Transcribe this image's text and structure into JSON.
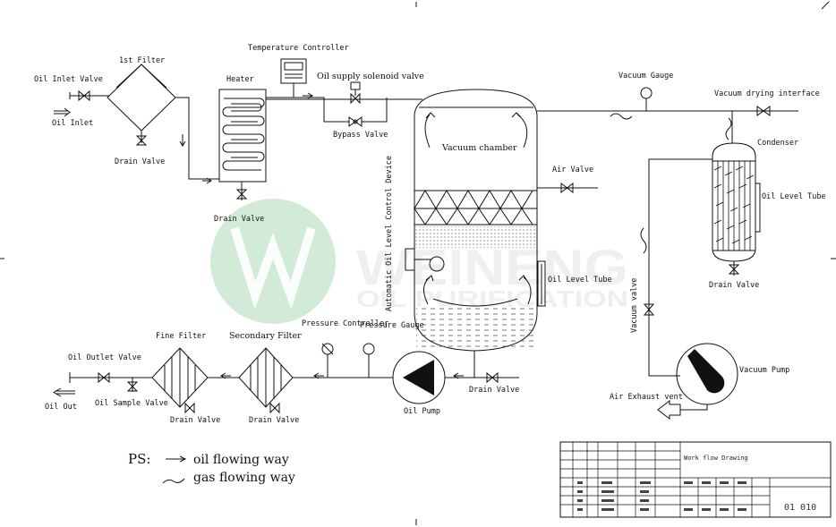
{
  "labels": {
    "oil_inlet_valve": "Oil Inlet Valve",
    "oil_inlet": "Oil Inlet",
    "first_filter": "1st Filter",
    "drain_valve_filter": "Drain Valve",
    "temperature_controller": "Temperature Controller",
    "heater": "Heater",
    "drain_valve_heater": "Drain Valve",
    "oil_supply_solenoid_valve": "Oil supply solenoid valve",
    "bypass_valve": "Bypass Valve",
    "vacuum_chamber": "Vacuum chamber",
    "vacuum_gauge": "Vacuum Gauge",
    "vacuum_drying_interface": "Vacuum drying interface",
    "condenser": "Condenser",
    "oil_level_tube_condenser": "Oil Level Tube",
    "drain_valve_condenser": "Drain Valve",
    "air_valve": "Air Valve",
    "auto_oil_level": "Automatic Oil Level Control Device",
    "oil_level_tube_chamber": "Oil Level Tube",
    "vacuum_valve": "Vacuum valve",
    "vacuum_pump": "Vacuum Pump",
    "air_exhaust_vent": "Air Exhaust vent",
    "drain_valve_chamber": "Drain Valve",
    "oil_pump": "Oil Pump",
    "pressure_controller": "Pressure Controller",
    "pressure_gauge": "Pressure Gauge",
    "secondary_filter": "Secondary Filter",
    "fine_filter": "Fine Filter",
    "drain_valve_secondary": "Drain Valve",
    "drain_valve_fine": "Drain Valve",
    "oil_outlet_valve": "Oil Outlet Valve",
    "oil_sample_valve": "Oil Sample Valve",
    "oil_out": "Oil Out"
  },
  "legend": {
    "ps": "PS:",
    "oil": "oil flowing way",
    "gas": "gas flowing way"
  },
  "watermark": {
    "brand": "WEINENG",
    "sub": "OIL PURIFICATION"
  },
  "title_block": {
    "drawing_name": "Work flow Drawing",
    "drawing_no": "01 010"
  },
  "colors": {
    "line": "#111111",
    "watermark_green": "#3aa655",
    "watermark_grey": "#bfbfbf"
  }
}
